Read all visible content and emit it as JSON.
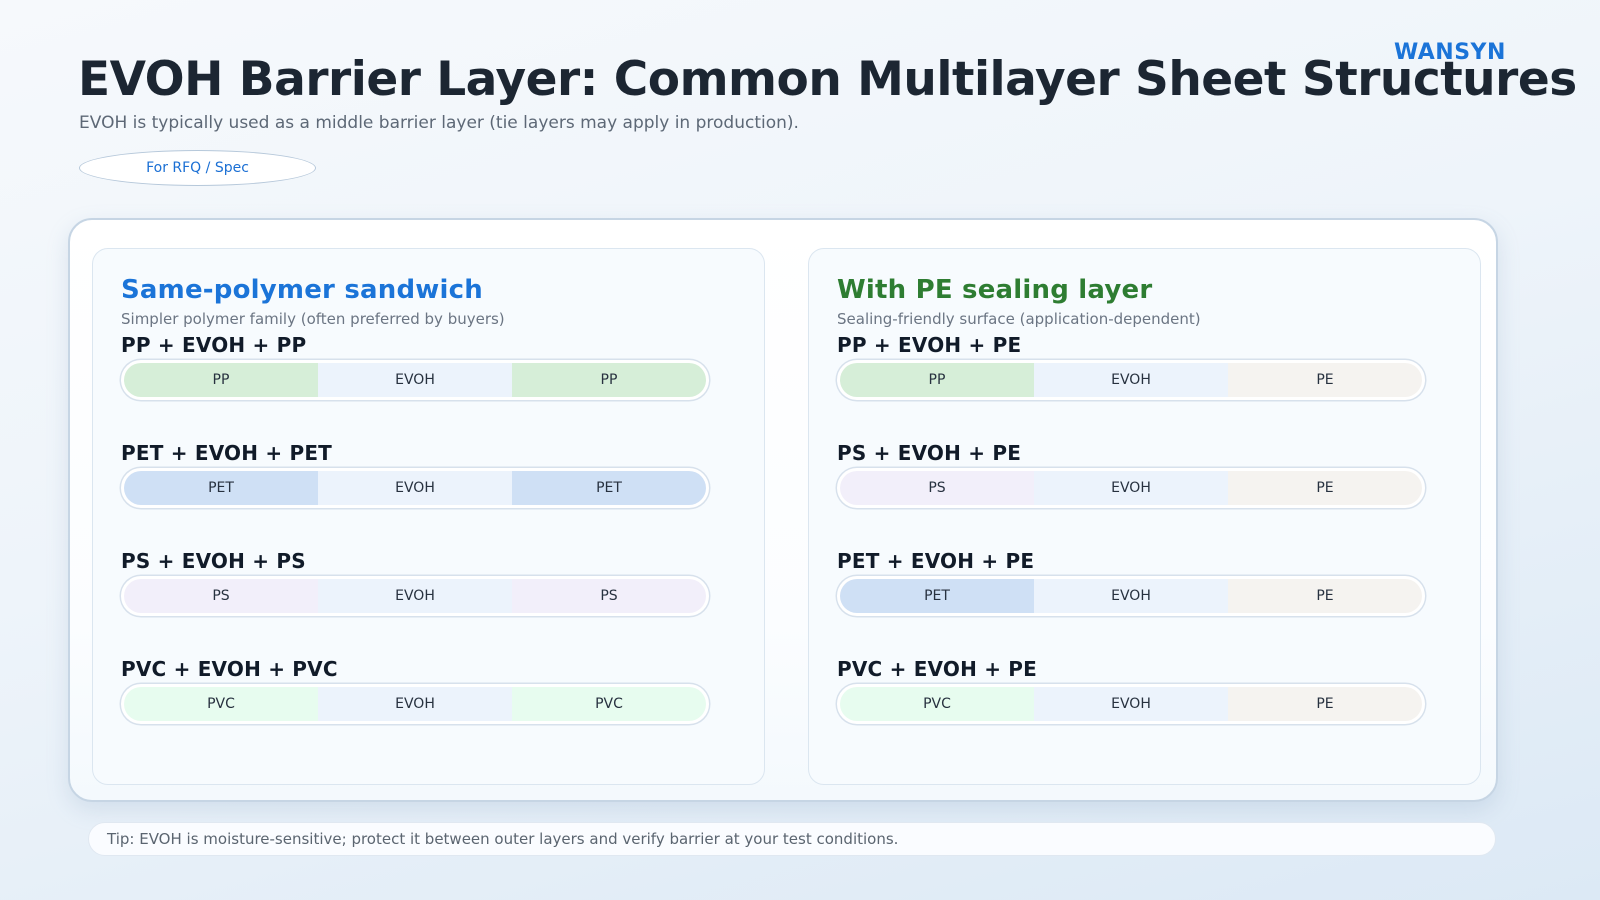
{
  "brand": "WANSYN",
  "header": {
    "title": "EVOH Barrier Layer: Common Multilayer Sheet Structures",
    "subtitle": "EVOH is typically used as a middle barrier layer (tie layers may apply in production).",
    "badge": "For RFQ / Spec"
  },
  "colors": {
    "accent_blue": "#1b74d8",
    "accent_green": "#2e7d32",
    "title_text": "#1c2632",
    "muted_text": "#5d6876"
  },
  "layer_colors": {
    "PP": "#d6eed8",
    "EVOH": "#ecf3fc",
    "PET": "#cfe0f5",
    "PS": "#f2effa",
    "PVC": "#e7fcef",
    "PE": "#f5f3f0"
  },
  "cards": [
    {
      "title": "Same-polymer sandwich",
      "subtitle": "Simpler polymer family (often preferred by buyers)",
      "accent": "#1b74d8",
      "structures": [
        {
          "label": "PP + EVOH + PP",
          "layers": [
            "PP",
            "EVOH",
            "PP"
          ]
        },
        {
          "label": "PET + EVOH + PET",
          "layers": [
            "PET",
            "EVOH",
            "PET"
          ]
        },
        {
          "label": "PS + EVOH + PS",
          "layers": [
            "PS",
            "EVOH",
            "PS"
          ]
        },
        {
          "label": "PVC + EVOH + PVC",
          "layers": [
            "PVC",
            "EVOH",
            "PVC"
          ]
        }
      ]
    },
    {
      "title": "With PE sealing layer",
      "subtitle": "Sealing-friendly surface (application-dependent)",
      "accent": "#2e7d32",
      "structures": [
        {
          "label": "PP + EVOH + PE",
          "layers": [
            "PP",
            "EVOH",
            "PE"
          ]
        },
        {
          "label": "PS + EVOH + PE",
          "layers": [
            "PS",
            "EVOH",
            "PE"
          ]
        },
        {
          "label": "PET + EVOH + PE",
          "layers": [
            "PET",
            "EVOH",
            "PE"
          ]
        },
        {
          "label": "PVC + EVOH + PE",
          "layers": [
            "PVC",
            "EVOH",
            "PE"
          ]
        }
      ]
    }
  ],
  "tip": "Tip: EVOH is moisture-sensitive; protect it between outer layers and verify barrier at your test conditions."
}
